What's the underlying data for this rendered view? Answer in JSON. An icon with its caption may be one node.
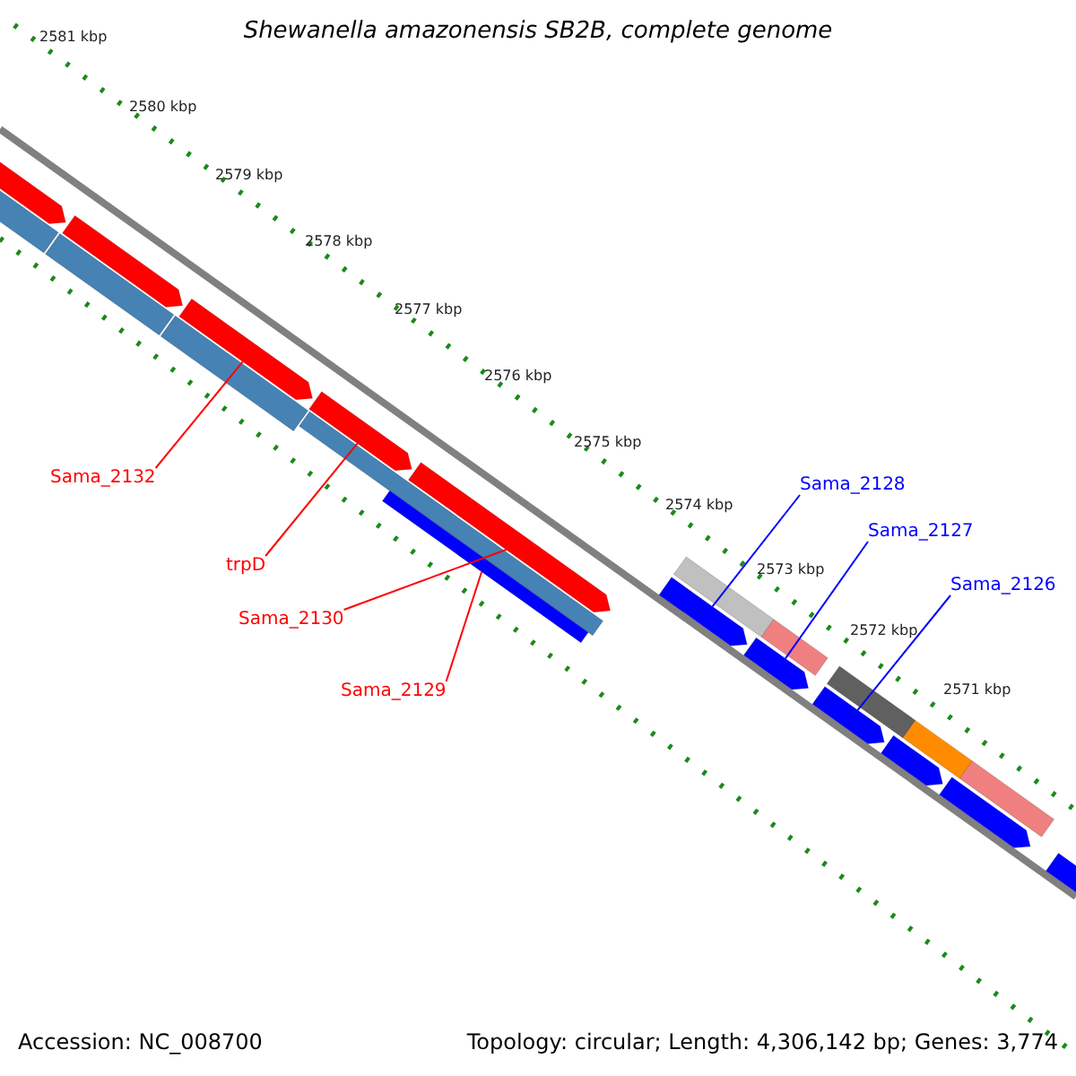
{
  "diagram": {
    "title": "Shewanella amazonensis SB2B, complete genome",
    "nodes": [
      {
        "text": [
          "Sama_2132"
        ]
      },
      {
        "text": [
          "trpD"
        ]
      },
      {
        "text": [
          "Sama_2130"
        ]
      },
      {
        "text": [
          "Sama_2129"
        ]
      },
      {
        "text": [
          "Sama_2128"
        ]
      },
      {
        "text": [
          "Sama_2127"
        ]
      },
      {
        "text": [
          "Sama_2126"
        ]
      },
      {
        "text": [],
        "shape": "bar"
      },
      {
        "text": [],
        "shape": "bar"
      },
      {
        "text": [],
        "shape": "bar"
      },
      {
        "text": [],
        "shape": "bar"
      },
      {
        "text": [],
        "shape": "bar"
      },
      {
        "text": [],
        "shape": "bar"
      },
      {
        "text": [],
        "shape": "bar"
      },
      {
        "text": [],
        "shape": "bar"
      },
      {
        "text": [],
        "shape": "bar"
      },
      {
        "text": [],
        "shape": "bar"
      },
      {
        "text": [],
        "shape": "bar"
      },
      {
        "text": [],
        "shape": "bar"
      },
      {
        "text": [],
        "shape": "bar"
      },
      {
        "text": [],
        "shape": "bar"
      },
      {
        "text": [],
        "shape": "bar"
      },
      {
        "text": [],
        "shape": "bar"
      },
      {
        "text": [],
        "shape": "bar"
      },
      {
        "text": [],
        "shape": "bar"
      },
      {
        "text": [],
        "shape": "bar"
      },
      {
        "text": [],
        "shape": "bar"
      },
      {
        "text": [],
        "shape": "bar"
      }
    ],
    "edges": [
      {
        "from": 0,
        "to": 9,
        "arrow": "none"
      },
      {
        "from": 1,
        "to": 10,
        "arrow": "none"
      },
      {
        "from": 2,
        "to": 11,
        "arrow": "none"
      },
      {
        "from": 3,
        "to": 16,
        "arrow": "none"
      },
      {
        "from": 4,
        "to": 22,
        "arrow": "none",
        "color": "#0000ff"
      },
      {
        "from": 5,
        "to": 23,
        "arrow": "none",
        "color": "#0000ff"
      },
      {
        "from": 6,
        "to": 24,
        "arrow": "none",
        "color": "#0000ff"
      }
    ],
    "labels": [
      "2581 kbp",
      "2580 kbp",
      "2579 kbp",
      "2578 kbp",
      "2577 kbp",
      "2576 kbp",
      "2575 kbp",
      "2574 kbp",
      "2573 kbp",
      "2572 kbp",
      "2571 kbp",
      "Accession: NC_008700",
      "Topology: circular; Length: 4,306,142 bp; Genes: 3,774"
    ]
  }
}
